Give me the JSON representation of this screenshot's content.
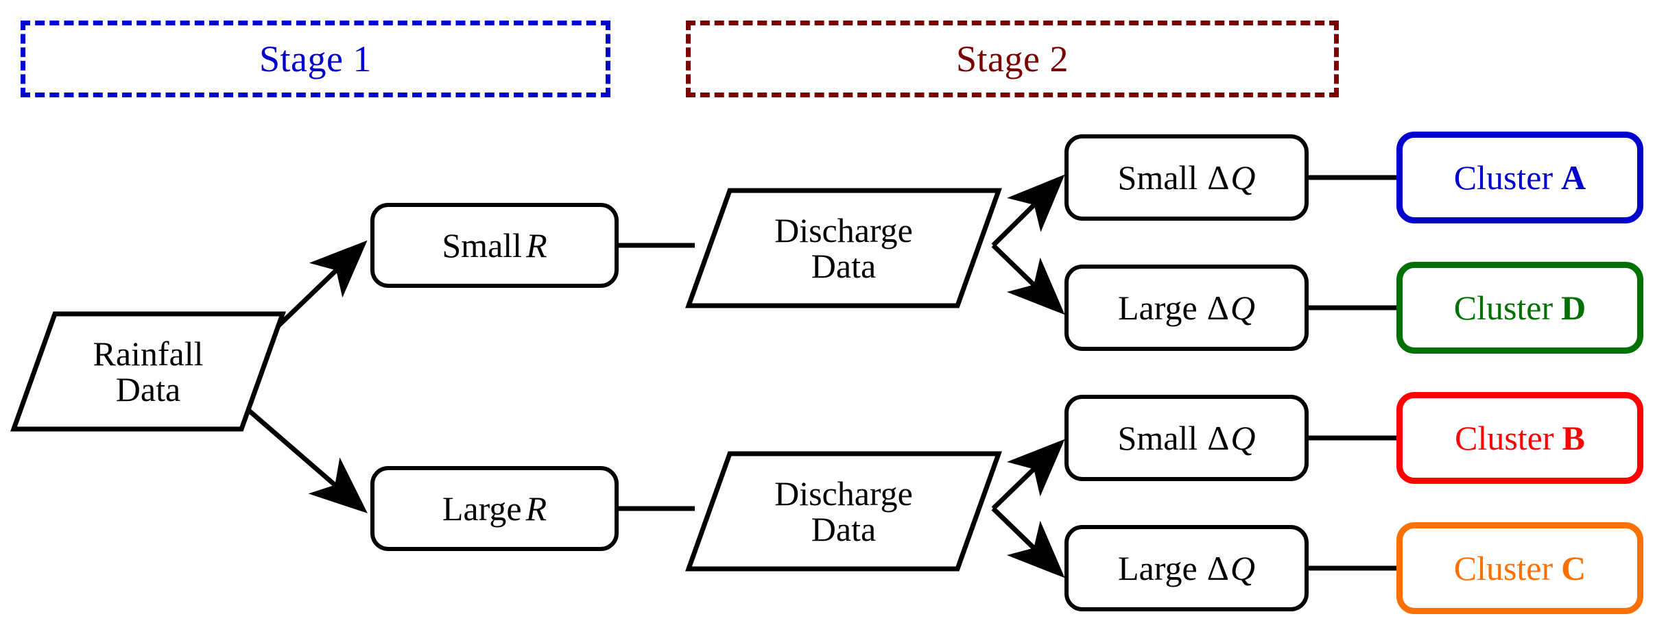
{
  "diagram": {
    "title": "Two-stage rainfall-discharge clustering flowchart",
    "type": "flowchart"
  },
  "stages": [
    {
      "id": "stage-1",
      "label": "Stage 1",
      "color": "#0000CC"
    },
    {
      "id": "stage-2",
      "label": "Stage 2",
      "color": "#7B0000"
    }
  ],
  "nodes": {
    "rainfall_data": {
      "line1": "Rainfall",
      "line2": "Data",
      "shape": "parallelogram"
    },
    "small_r": {
      "prefix": "Small",
      "symbol": "R",
      "shape": "rounded-rect"
    },
    "large_r": {
      "prefix": "Large",
      "symbol": "R",
      "shape": "rounded-rect"
    },
    "discharge_data_top": {
      "line1": "Discharge",
      "line2": "Data",
      "shape": "parallelogram"
    },
    "discharge_data_bottom": {
      "line1": "Discharge",
      "line2": "Data",
      "shape": "parallelogram"
    },
    "small_dq_1": {
      "prefix": "Small",
      "delta": "Δ",
      "symbol": "Q",
      "shape": "rounded-rect"
    },
    "large_dq_1": {
      "prefix": "Large",
      "delta": "Δ",
      "symbol": "Q",
      "shape": "rounded-rect"
    },
    "small_dq_2": {
      "prefix": "Small",
      "delta": "Δ",
      "symbol": "Q",
      "shape": "rounded-rect"
    },
    "large_dq_2": {
      "prefix": "Large",
      "delta": "Δ",
      "symbol": "Q",
      "shape": "rounded-rect"
    }
  },
  "clusters": [
    {
      "id": "cluster-a",
      "name": "Cluster",
      "letter": "A",
      "color": "#0000CC"
    },
    {
      "id": "cluster-d",
      "name": "Cluster",
      "letter": "D",
      "color": "#007000"
    },
    {
      "id": "cluster-b",
      "name": "Cluster",
      "letter": "B",
      "color": "#FF0000"
    },
    {
      "id": "cluster-c",
      "name": "Cluster",
      "letter": "C",
      "color": "#FF7000"
    }
  ],
  "edges": [
    {
      "from": "rainfall_data",
      "to": "small_r",
      "style": "arrow"
    },
    {
      "from": "rainfall_data",
      "to": "large_r",
      "style": "arrow"
    },
    {
      "from": "small_r",
      "to": "discharge_data_top",
      "style": "line"
    },
    {
      "from": "large_r",
      "to": "discharge_data_bottom",
      "style": "line"
    },
    {
      "from": "discharge_data_top",
      "to": "small_dq_1",
      "style": "arrow"
    },
    {
      "from": "discharge_data_top",
      "to": "large_dq_1",
      "style": "arrow"
    },
    {
      "from": "discharge_data_bottom",
      "to": "small_dq_2",
      "style": "arrow"
    },
    {
      "from": "discharge_data_bottom",
      "to": "large_dq_2",
      "style": "arrow"
    },
    {
      "from": "small_dq_1",
      "to": "cluster-a",
      "style": "line"
    },
    {
      "from": "large_dq_1",
      "to": "cluster-d",
      "style": "line"
    },
    {
      "from": "small_dq_2",
      "to": "cluster-b",
      "style": "line"
    },
    {
      "from": "large_dq_2",
      "to": "cluster-c",
      "style": "line"
    }
  ]
}
